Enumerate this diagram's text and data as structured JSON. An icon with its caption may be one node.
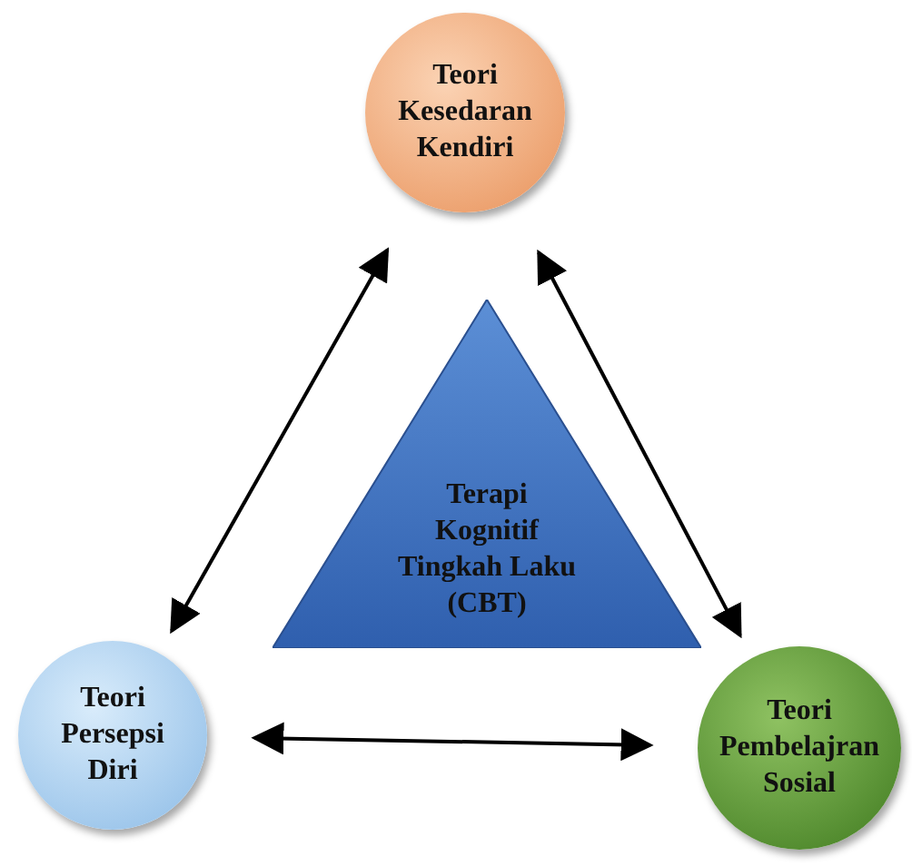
{
  "diagram": {
    "nodes": [
      {
        "text": [
          "Teori Kesedaran Kendiri"
        ]
      },
      {
        "text": [
          "Terapi Kognitif Tingkah Laku (CBT)"
        ]
      },
      {
        "text": [
          "Teori Persepsi Diri"
        ]
      },
      {
        "text": [
          "Teori Pembelajran Sosial"
        ]
      }
    ],
    "edges": [
      {
        "from": 0,
        "to": 2,
        "arrow": "both"
      },
      {
        "from": 0,
        "to": 3,
        "arrow": "both"
      },
      {
        "from": 2,
        "to": 3,
        "arrow": "both"
      }
    ]
  }
}
